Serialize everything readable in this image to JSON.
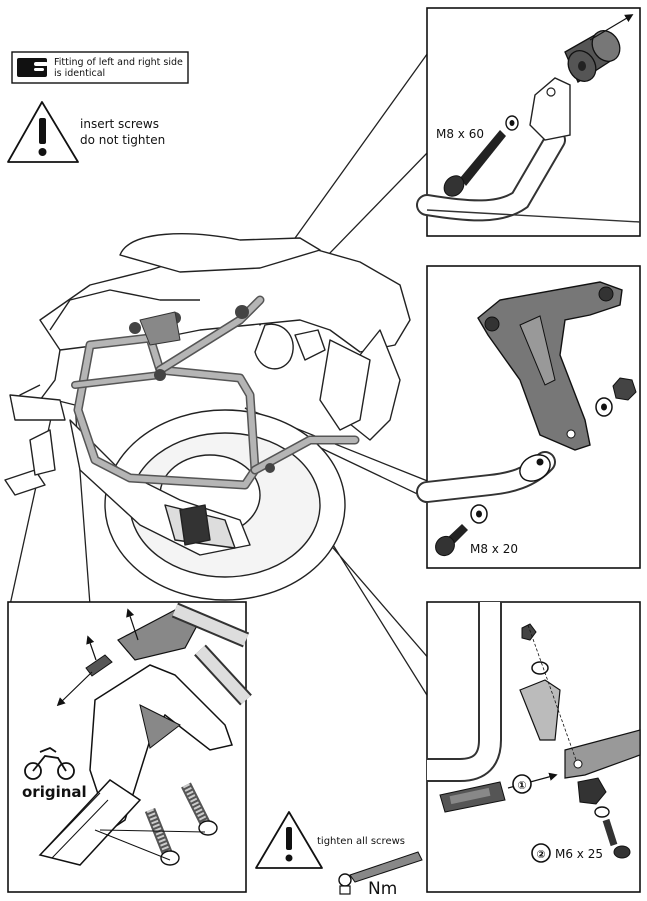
{
  "note_box": {
    "text_line1": "Fitting of left and right side",
    "text_line2": "is identical",
    "icon": "pointing-hand-icon"
  },
  "warning_top": {
    "line1": "insert screws",
    "line2": "do not tighten",
    "icon": "exclamation-triangle-icon"
  },
  "detail_top": {
    "screw_label": "M8 x 60"
  },
  "detail_middle": {
    "screw_label": "M8 x 20"
  },
  "detail_bottom_right": {
    "step1": "①",
    "step2": "②",
    "screw_label": "M6 x 25"
  },
  "detail_bottom_left": {
    "label": "original",
    "icon": "motorcycle-icon"
  },
  "warning_bottom": {
    "text": "tighten all screws",
    "torque_label": "Nm",
    "icon": "exclamation-triangle-icon"
  },
  "colors": {
    "line": "#1a1a1a",
    "rack": "#9a9a9a",
    "rack_dark": "#6e6e6e",
    "bg": "#ffffff"
  }
}
